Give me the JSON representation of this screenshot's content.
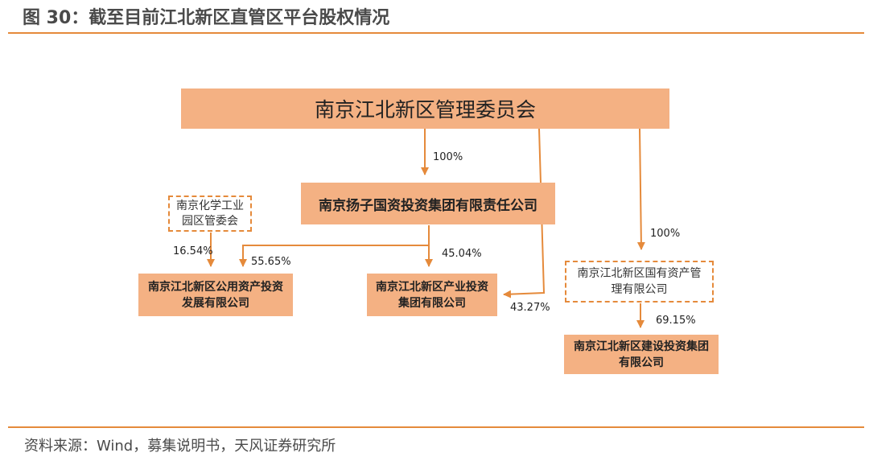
{
  "figure": {
    "title": "图 30：截至目前江北新区直管区平台股权情况",
    "source": "资料来源：Wind，募集说明书，天风证券研究所"
  },
  "entities": {
    "committee": "南京江北新区管理委员会",
    "yangzi": "南京扬子国资投资集团有限责任公司",
    "chem_park": "南京化学工业园区管委会",
    "public_asset": "南京江北新区公用资产投资发展有限公司",
    "industry": "南京江北新区产业投资集团有限公司",
    "state_asset_mgmt": "南京江北新区国有资产管理有限公司",
    "construction": "南京江北新区建设投资集团有限公司"
  },
  "edges": [
    {
      "from": "committee",
      "to": "yangzi",
      "label": "100%"
    },
    {
      "from": "committee",
      "to": "industry",
      "label": "43.27%"
    },
    {
      "from": "committee",
      "to": "state_asset_mgmt",
      "label": "100%"
    },
    {
      "from": "chem_park",
      "to": "public_asset",
      "label": "16.54%"
    },
    {
      "from": "yangzi",
      "to": "public_asset",
      "label": "55.65%"
    },
    {
      "from": "yangzi",
      "to": "industry",
      "label": "45.04%"
    },
    {
      "from": "state_asset_mgmt",
      "to": "construction",
      "label": "69.15%"
    }
  ],
  "colors": {
    "accent": "#e58a3b",
    "box_fill": "#f4b183"
  }
}
